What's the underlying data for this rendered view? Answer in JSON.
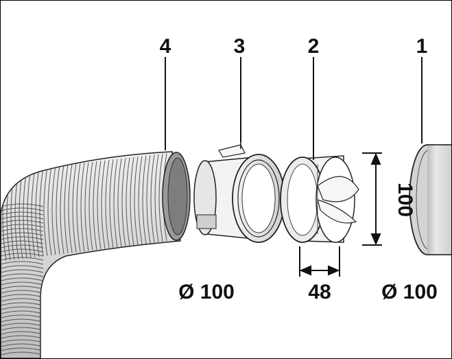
{
  "callouts": {
    "part1": "1",
    "part2": "2",
    "part3": "3",
    "part4": "4"
  },
  "dimensions": {
    "diameter_left": "Ø 100",
    "diameter_right": "Ø 100",
    "depth": "48",
    "height": "100"
  },
  "colors": {
    "line": "#111111",
    "hose_shade": "#d9d9d9",
    "pipe_shade": "#c8c8c8"
  }
}
